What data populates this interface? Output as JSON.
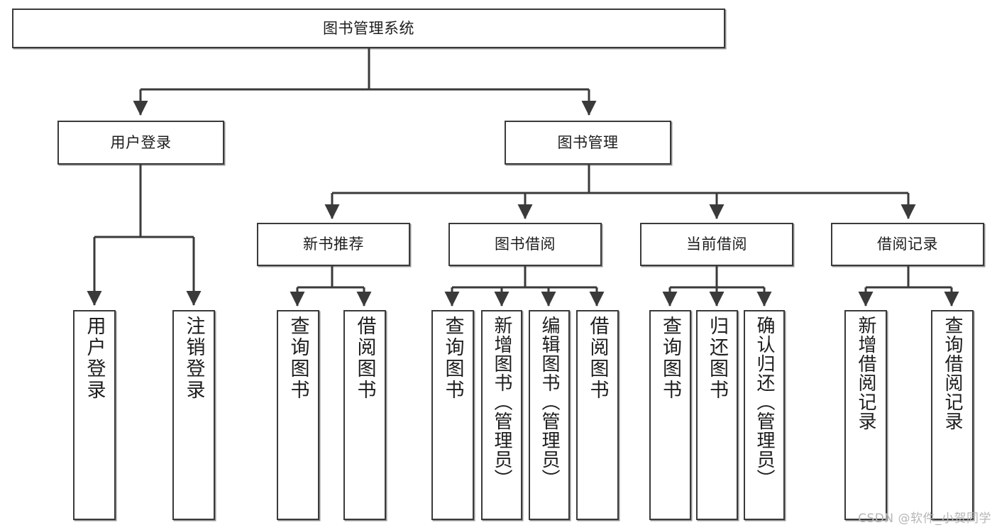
{
  "diagram": {
    "title": "图书管理系统",
    "type": "hierarchy-tree",
    "watermark": "CSDN @软件_小贺同学",
    "colors": {
      "box_border": "#3a3a3a",
      "box_fill": "#ffffff",
      "connector": "#3a3a3a",
      "text": "#1d1d1d",
      "watermark": "#b6b6b6"
    },
    "nodes": {
      "root": {
        "label": "图书管理系统"
      },
      "level1": [
        {
          "label": "用户登录"
        },
        {
          "label": "图书管理"
        }
      ],
      "level2": [
        {
          "label": "新书推荐"
        },
        {
          "label": "图书借阅"
        },
        {
          "label": "当前借阅"
        },
        {
          "label": "借阅记录"
        }
      ],
      "leaves": {
        "user_login": [
          {
            "label": "用户登录"
          },
          {
            "label": "注销登录"
          }
        ],
        "new_book_recommend": [
          {
            "label": "查询图书"
          },
          {
            "label": "借阅图书"
          }
        ],
        "book_borrow": [
          {
            "label": "查询图书"
          },
          {
            "label": "新增图书（管理员）"
          },
          {
            "label": "编辑图书（管理员）"
          },
          {
            "label": "借阅图书"
          }
        ],
        "current_borrow": [
          {
            "label": "查询图书"
          },
          {
            "label": "归还图书"
          },
          {
            "label": "确认归还（管理员）"
          }
        ],
        "borrow_record": [
          {
            "label": "新增借阅记录"
          },
          {
            "label": "查询借阅记录"
          }
        ]
      }
    }
  }
}
